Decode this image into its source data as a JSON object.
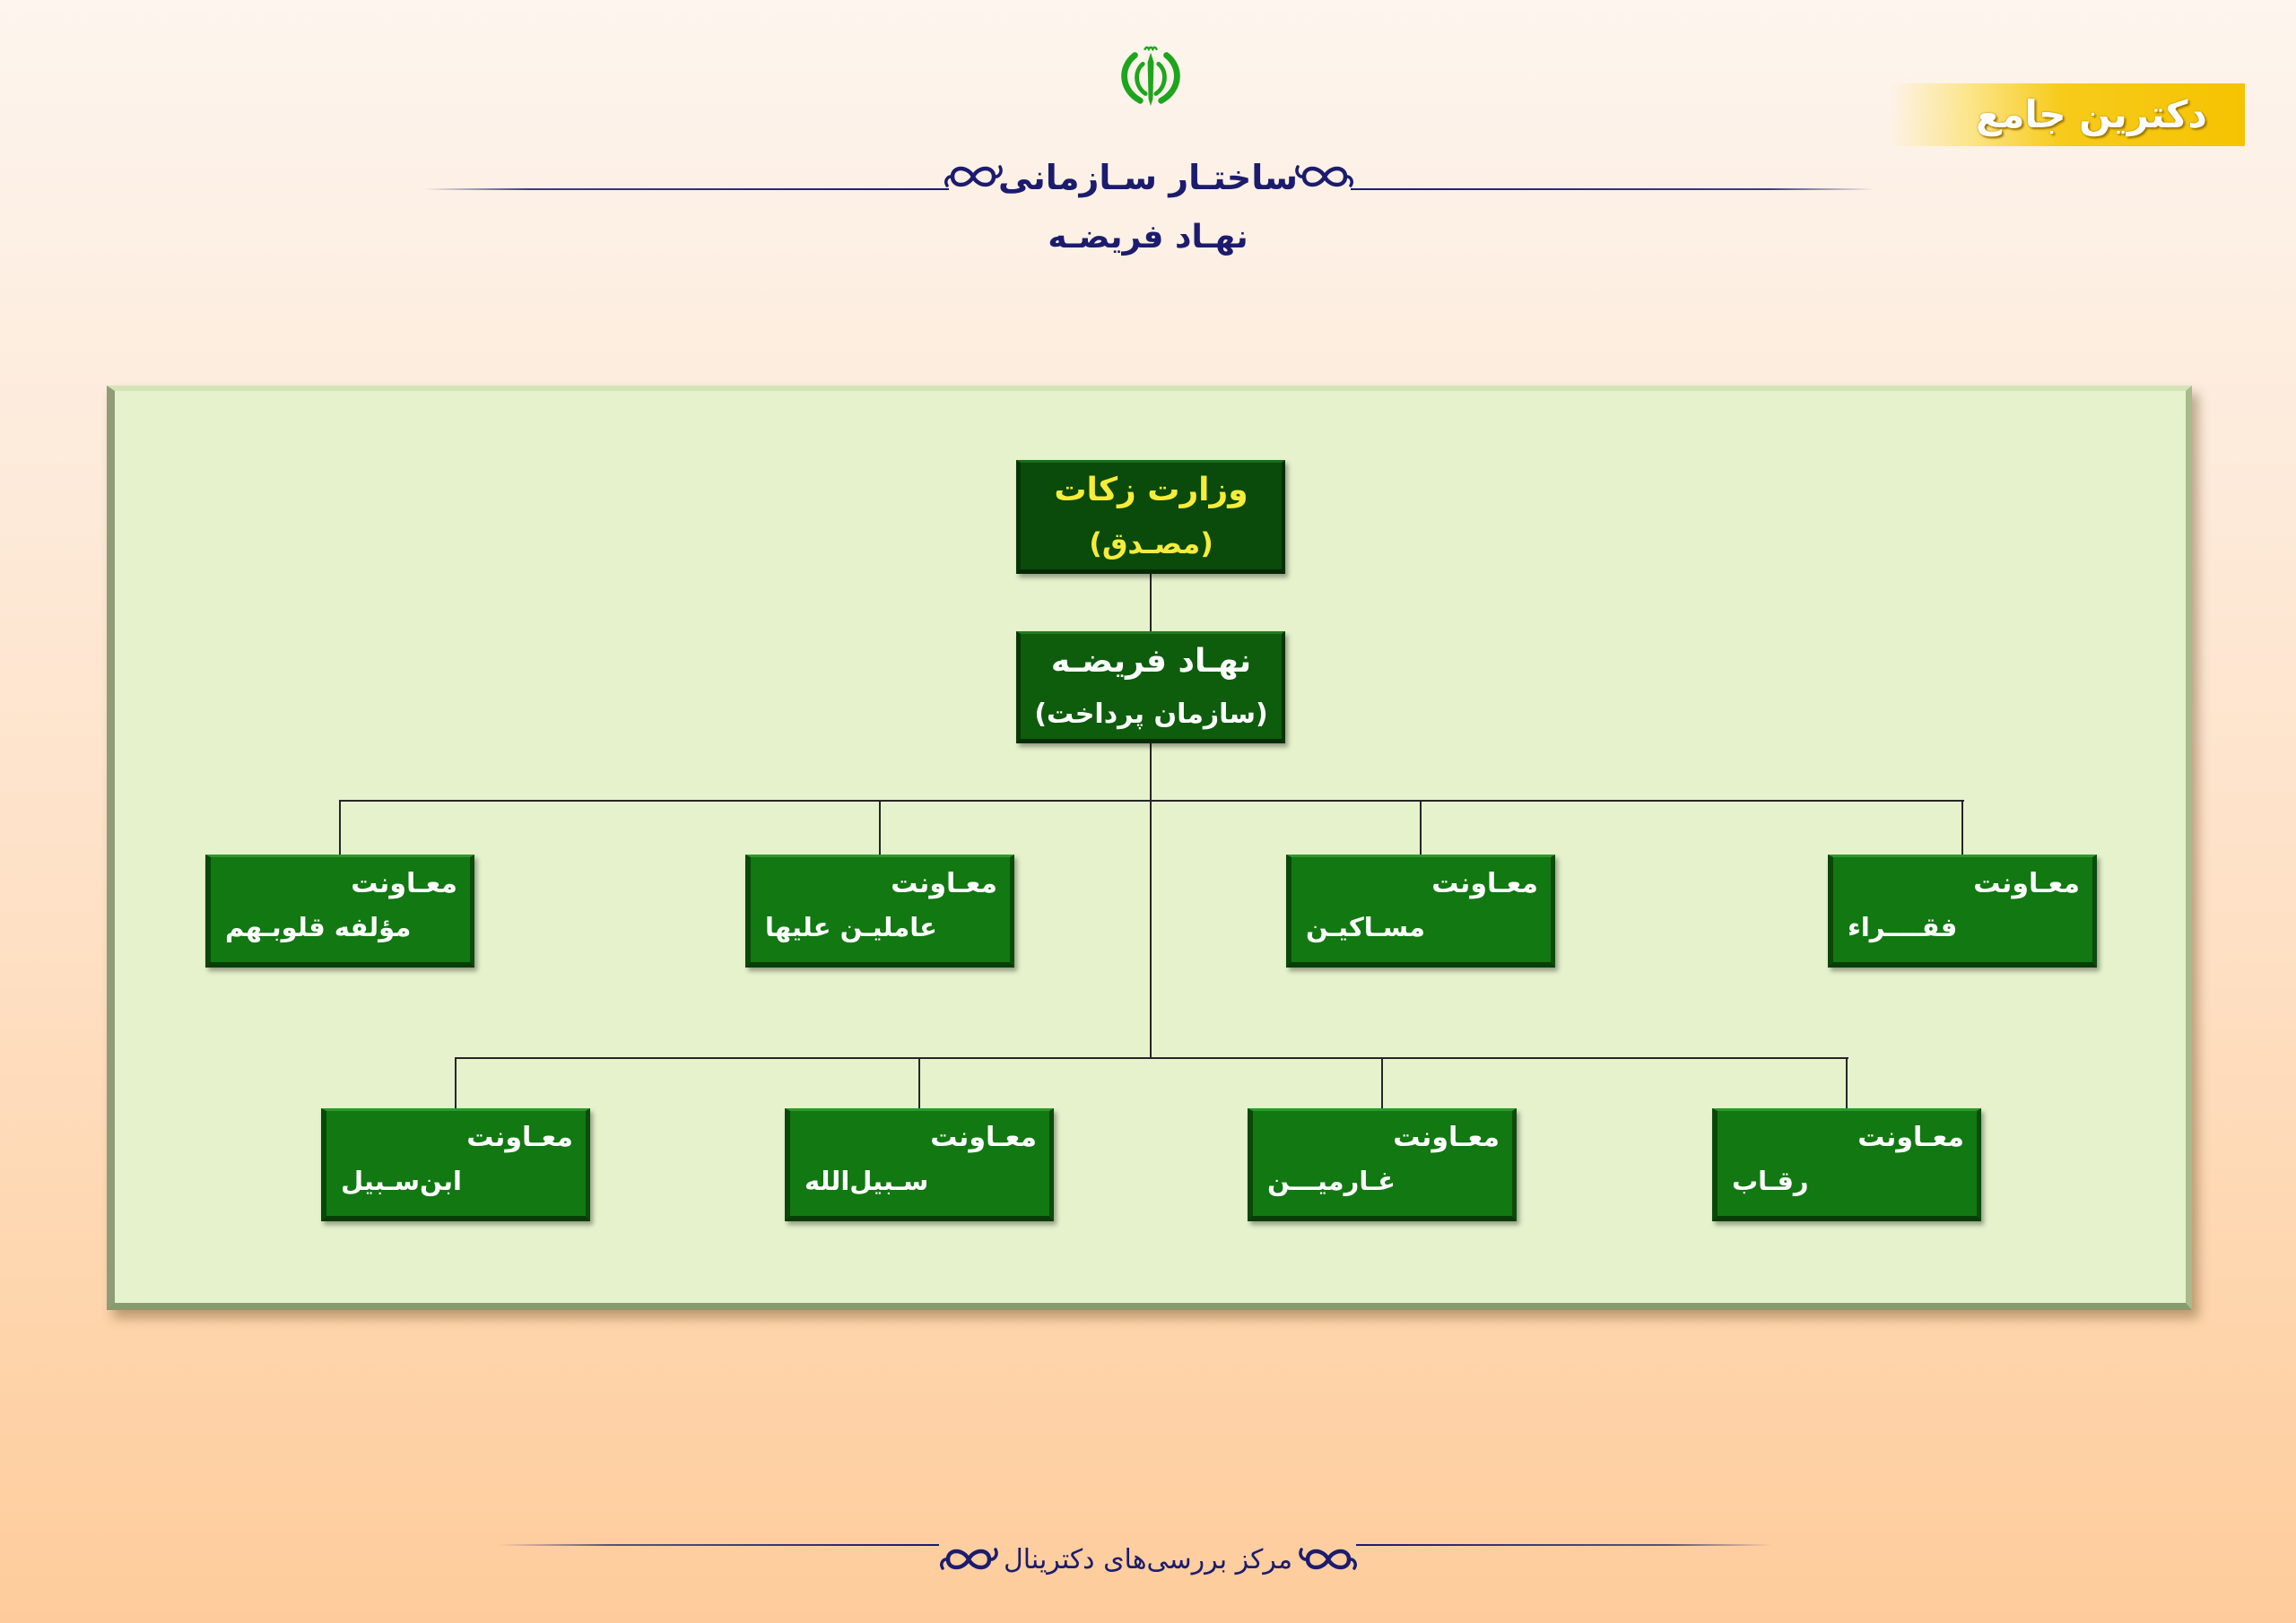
{
  "header": {
    "emblem_icon": "iran-emblem-icon",
    "banner_text": "دکترین جامع",
    "title": "ساختـار سـازمانی",
    "subtitle": "نهـاد فریضـه",
    "ornament_icon": "ornament-swirl-icon"
  },
  "org_chart": {
    "root": {
      "line1": "وزارت زکات",
      "line2": "(مصـدق)"
    },
    "payment_org": {
      "line1": "نهـاد فریضـه",
      "line2": "(سازمان پرداخت)"
    },
    "deputies": [
      {
        "label": "معـاونت",
        "name": "فقــــراء"
      },
      {
        "label": "معـاونت",
        "name": "مسـاکیـن"
      },
      {
        "label": "معـاونت",
        "name": "عاملیـن علیها"
      },
      {
        "label": "معـاونت",
        "name": "مؤلفه قلوبـهم"
      },
      {
        "label": "معـاونت",
        "name": "رقـاب"
      },
      {
        "label": "معـاونت",
        "name": "غـارمیـــن"
      },
      {
        "label": "معـاونت",
        "name": "سـبیل‌الله"
      },
      {
        "label": "معـاونت",
        "name": "ابن‌سـبیل"
      }
    ]
  },
  "footer": {
    "text": "مرکز بررسی‌های دکترینال"
  },
  "colors": {
    "navy_text": "#1c1c6e",
    "emblem": "#1ea51e",
    "banner": "#f5c300",
    "panel": "#e6f2cc",
    "root_box": "#0a4a0a",
    "root_text": "#f6ec3a",
    "org_box": "#0d5d0d",
    "deputy_box": "#127812"
  }
}
